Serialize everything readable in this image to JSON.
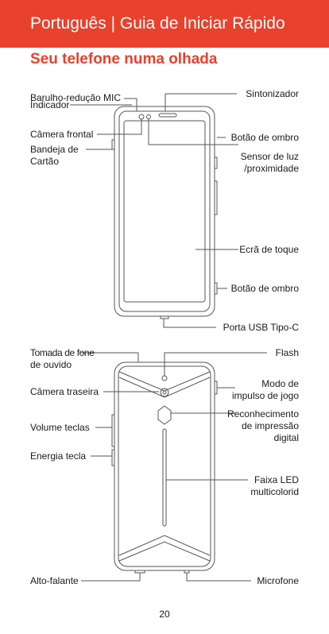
{
  "header": {
    "title": "Português | Guia de Iniciar Rápido"
  },
  "section": {
    "title": "Seu telefone numa olhada"
  },
  "front_labels": {
    "noise_mic": "Barulho-redução MIC",
    "indicator": "Indicador",
    "front_camera": "Câmera frontal",
    "card_tray_line1": "Bandeja de",
    "card_tray_line2": "Cartão",
    "receiver": "Sintonizador",
    "shoulder_top": "Botão de ombro",
    "sensor_line1": "Sensor de luz",
    "sensor_line2": "/proximidade",
    "touchscreen": "Ecrã de toque",
    "shoulder_bottom": "Botão de ombro",
    "usb_port": "Porta USB Tipo-C"
  },
  "back_labels": {
    "headphone_line1": "Tomada de fone",
    "headphone_line2": "de ouvido",
    "flash": "Flash",
    "rear_camera": "Câmera traseira",
    "game_mode_line1": "Modo de",
    "game_mode_line2": "impulso de jogo",
    "fingerprint_line1": "Reconhecimento",
    "fingerprint_line2": "de impressão",
    "fingerprint_line3": "digital",
    "volume_keys": "Volume teclas",
    "power_key": "Energia tecla",
    "led_strip_line1": "Faixa LED",
    "led_strip_line2": "multicolorid",
    "speaker": "Alto-falante",
    "microphone": "Microfone"
  },
  "page_number": "20"
}
